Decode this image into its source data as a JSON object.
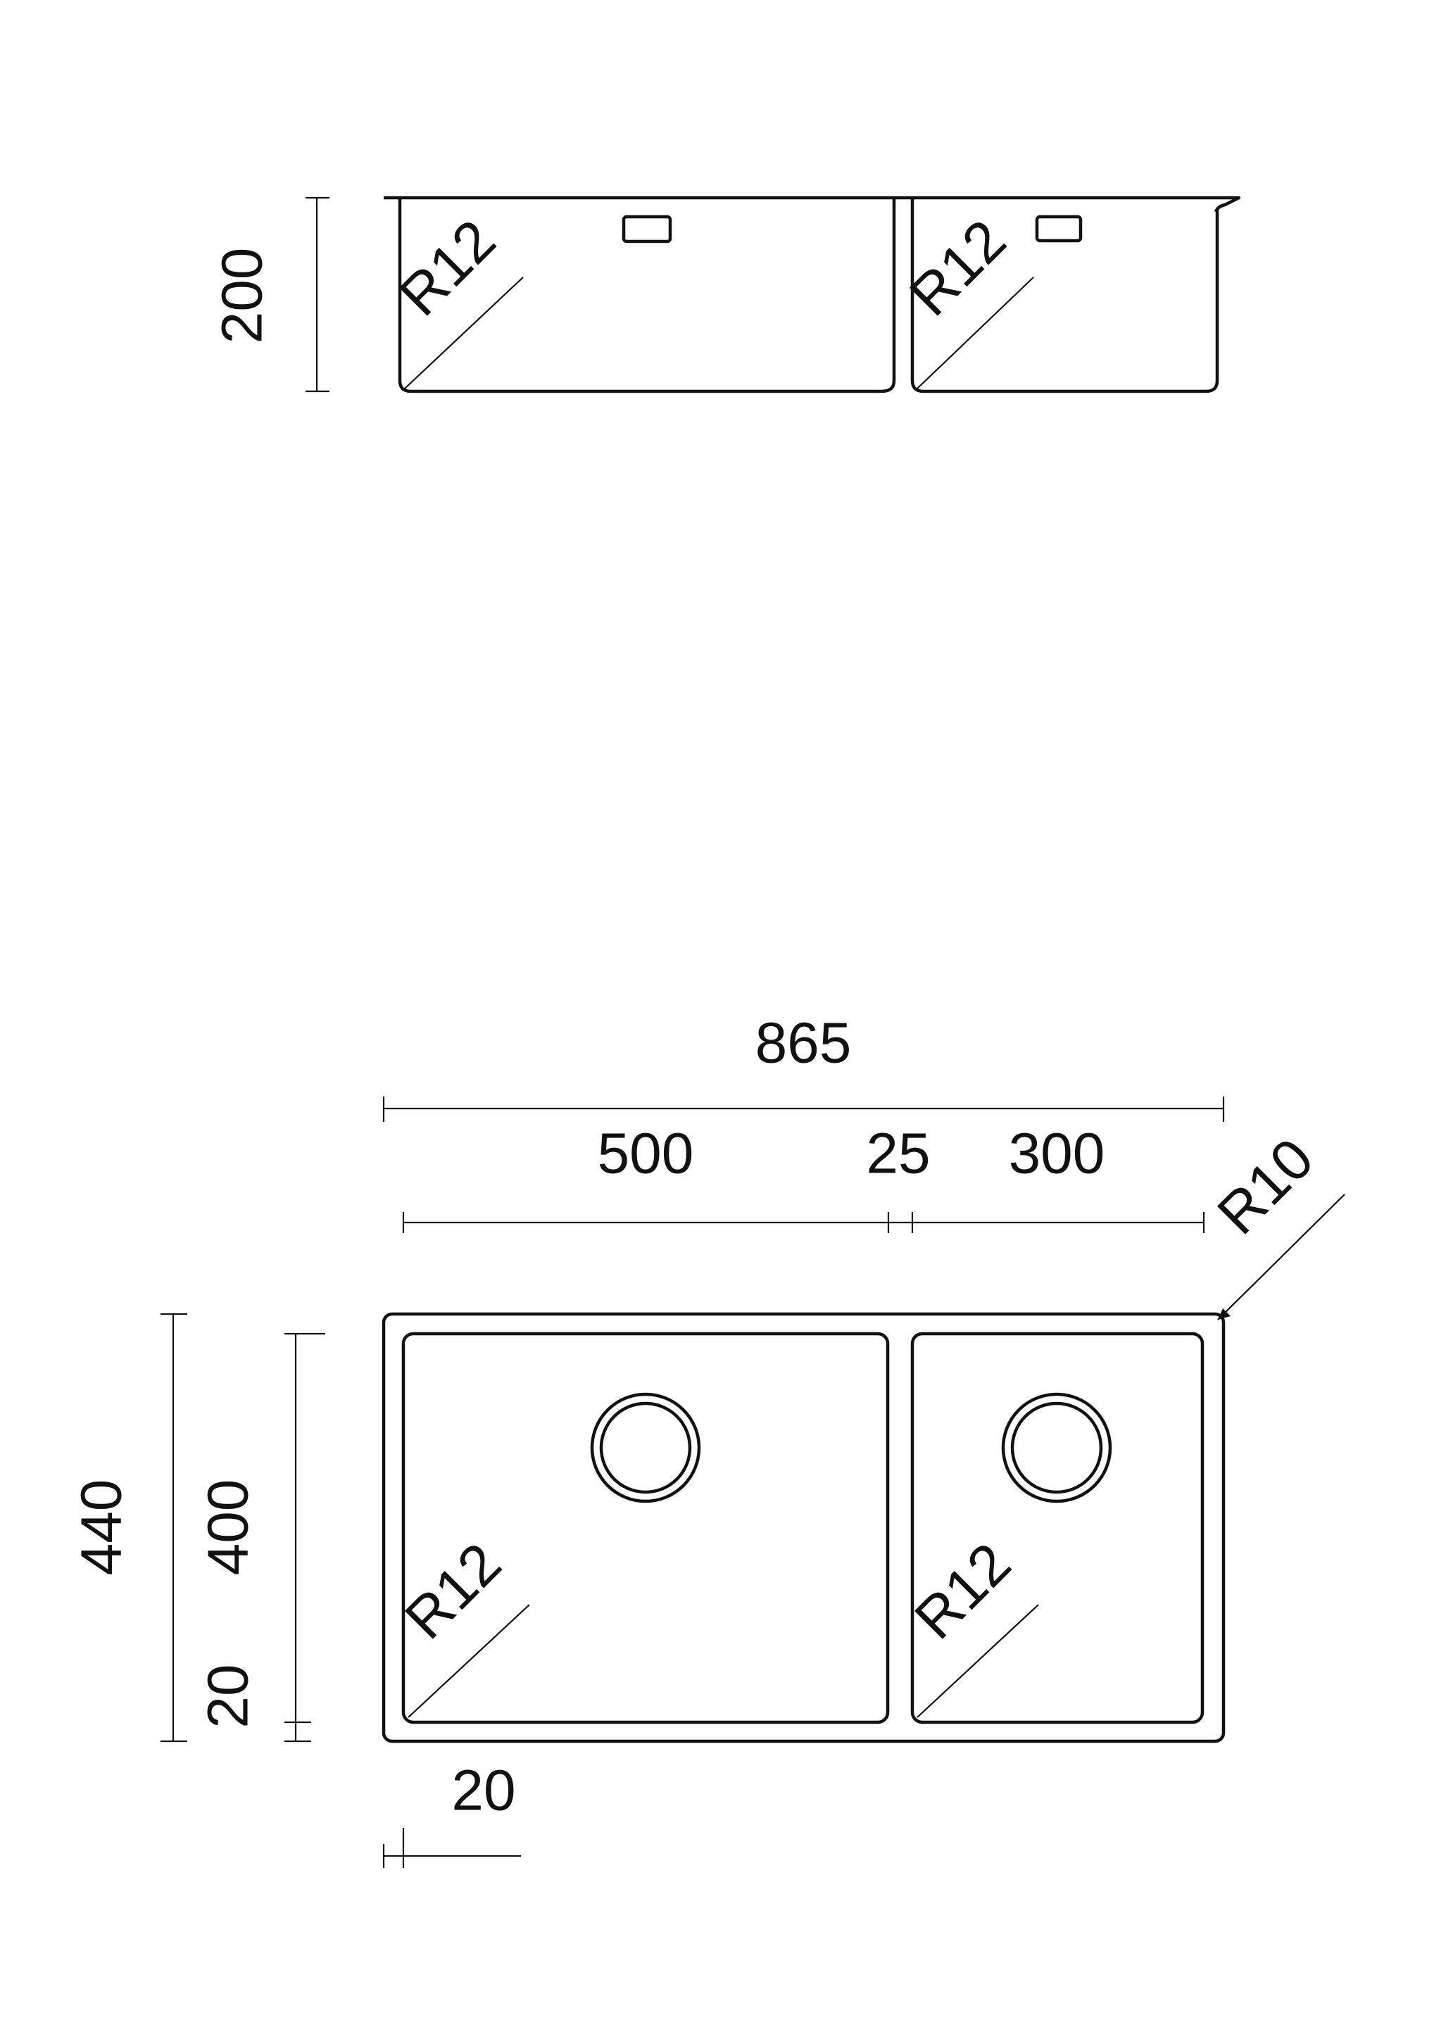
{
  "side_view": {
    "height_label": "200",
    "left_radius_label": "R12",
    "right_radius_label": "R12"
  },
  "top_view": {
    "overall_width_label": "865",
    "left_bowl_width_label": "500",
    "divider_width_label": "25",
    "right_bowl_width_label": "300",
    "corner_radius_label": "R10",
    "overall_depth_label": "440",
    "bowl_depth_label": "400",
    "bottom_rim_label": "20",
    "left_rim_label": "20",
    "left_bowl_radius_label": "R12",
    "right_bowl_radius_label": "R12"
  },
  "colors": {
    "line": "#111111",
    "background": "#ffffff"
  }
}
